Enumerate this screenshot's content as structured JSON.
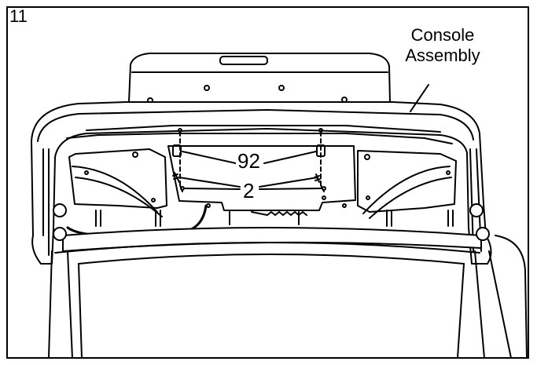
{
  "step": {
    "number": "11"
  },
  "callouts": {
    "console_line1": "Console",
    "console_line2": "Assembly"
  },
  "parts": {
    "part_92": "92",
    "part_2": "2"
  }
}
